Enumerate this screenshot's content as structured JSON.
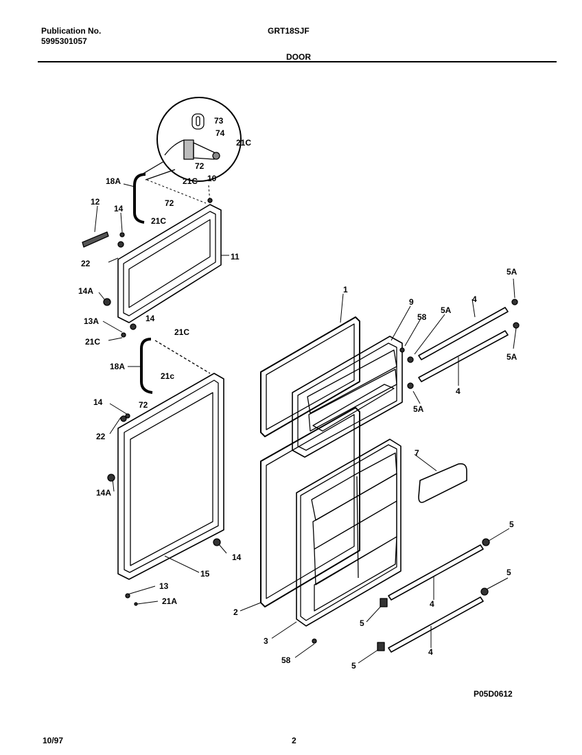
{
  "header": {
    "publication_label": "Publication No.",
    "publication_number": "5995301057",
    "model": "GRT18SJF",
    "section": "DOOR"
  },
  "footer": {
    "date": "10/97",
    "page": "2",
    "drawing_code": "P05D0612"
  },
  "callouts": {
    "c73": "73",
    "c74": "74",
    "c21C_a": "21C",
    "c72_a": "72",
    "c18A_a": "18A",
    "c21C_b": "21C",
    "c10": "10",
    "c72_b": "72",
    "c12": "12",
    "c14_a": "14",
    "c21C_c": "21C",
    "c11": "11",
    "c22_a": "22",
    "c14A_a": "14A",
    "c13A": "13A",
    "c14_b": "14",
    "c21C_d": "21C",
    "c21C_e": "21C",
    "c18A_b": "18A",
    "c21c": "21c",
    "c14_c": "14",
    "c72_c": "72",
    "c22_b": "22",
    "c14A_b": "14A",
    "c14_d": "14",
    "c15": "15",
    "c13": "13",
    "c21A": "21A",
    "c1": "1",
    "c9": "9",
    "c58_a": "58",
    "c5A_a": "5A",
    "c4_a": "4",
    "c5A_b": "5A",
    "c5A_c": "5A",
    "c4_b": "4",
    "c5A_d": "5A",
    "c7": "7",
    "c2": "2",
    "c3": "3",
    "c58_b": "58",
    "c5_a": "5",
    "c4_c": "4",
    "c5_b": "5",
    "c5_c": "5",
    "c4_d": "4",
    "c5_d": "5"
  }
}
